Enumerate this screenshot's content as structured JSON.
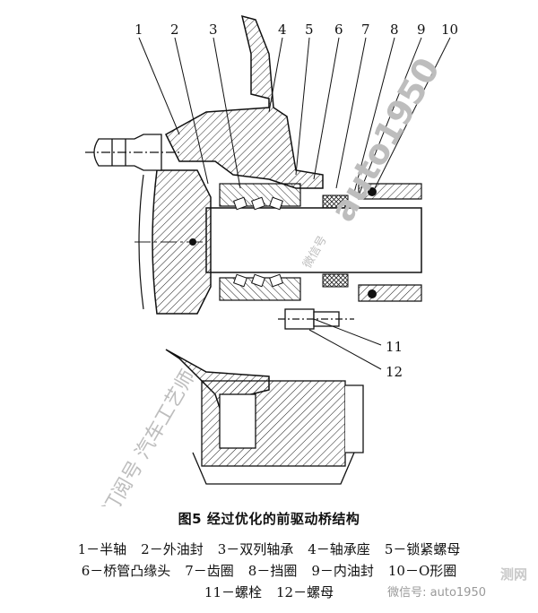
{
  "figure": {
    "title": "图5   经过优化的前驱动桥结构",
    "callouts": [
      "1",
      "2",
      "3",
      "4",
      "5",
      "6",
      "7",
      "8",
      "9",
      "10",
      "11",
      "12"
    ],
    "legend": [
      [
        {
          "num": "1",
          "text": "1－半轴"
        },
        {
          "num": "2",
          "text": "2－外油封"
        },
        {
          "num": "3",
          "text": "3－双列轴承"
        },
        {
          "num": "4",
          "text": "4－轴承座"
        },
        {
          "num": "5",
          "text": "5－锁紧螺母"
        }
      ],
      [
        {
          "num": "6",
          "text": "6－桥管凸缘头"
        },
        {
          "num": "7",
          "text": "7－齿圈"
        },
        {
          "num": "8",
          "text": "8－挡圈"
        },
        {
          "num": "9",
          "text": "9－内油封"
        },
        {
          "num": "10",
          "text": "10－O形圈"
        }
      ],
      [
        {
          "num": "11",
          "text": "11－螺栓"
        },
        {
          "num": "12",
          "text": "12－螺母"
        }
      ]
    ]
  },
  "watermarks": {
    "diagonal_left": "请关注 订阅号 汽车工艺师",
    "diagonal_right": "auto1950",
    "center_small": "微信号",
    "wechat_id": "微信号: auto1950",
    "site": "测网"
  }
}
